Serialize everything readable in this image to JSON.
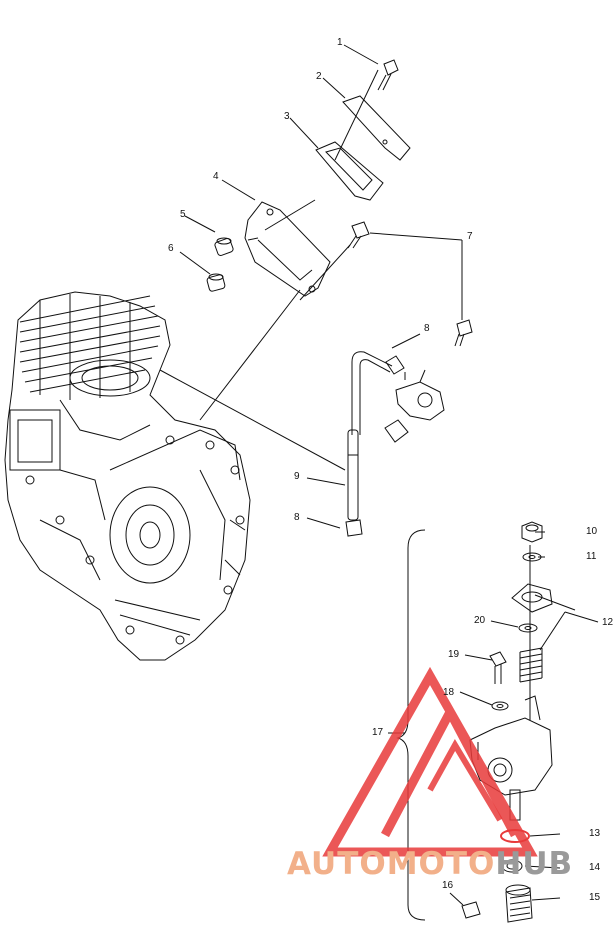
{
  "callouts": {
    "c1": "1",
    "c2": "2",
    "c3": "3",
    "c4": "4",
    "c5": "5",
    "c6": "6",
    "c7": "7",
    "c8a": "8",
    "c8b": "8",
    "c9": "9",
    "c10": "10",
    "c11": "11",
    "c12": "12",
    "c13": "13",
    "c14": "14",
    "c15": "15",
    "c16": "16",
    "c17": "17",
    "c18": "18",
    "c19": "19",
    "c20": "20"
  },
  "watermark": {
    "part1": "AUTOMOTO",
    "part2": "HUB",
    "color_primary": "#f2b08a",
    "color_secondary": "#9a9a9a",
    "logo_color": "#e83a3a"
  }
}
